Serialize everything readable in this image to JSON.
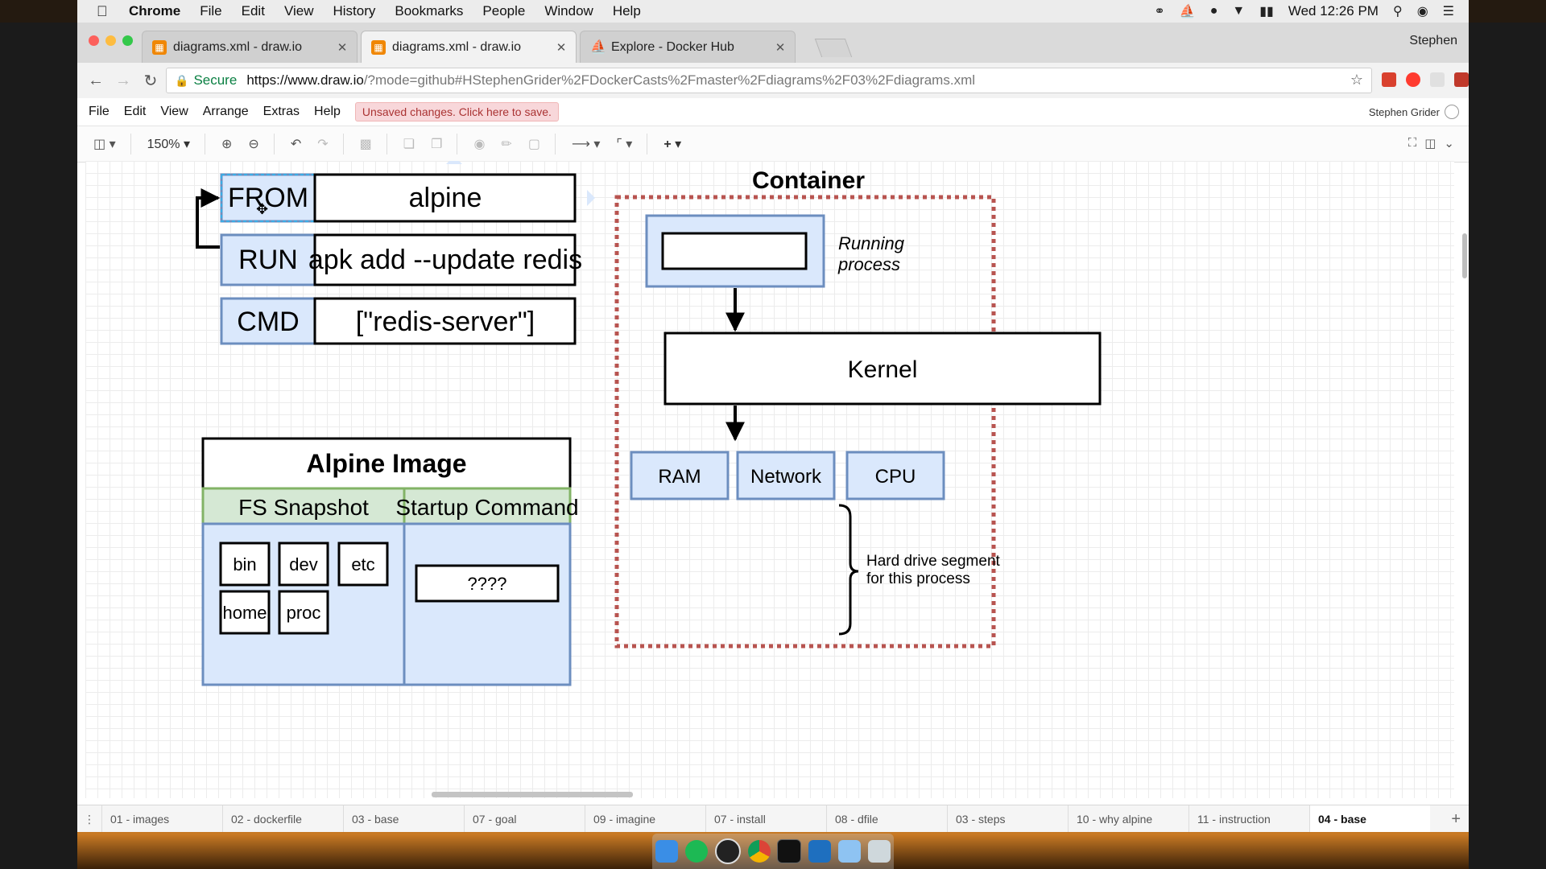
{
  "menubar": {
    "app": "Chrome",
    "items": [
      "File",
      "Edit",
      "View",
      "History",
      "Bookmarks",
      "People",
      "Window",
      "Help"
    ],
    "clock": "Wed 12:26 PM"
  },
  "browser": {
    "tabs": [
      {
        "label": "diagrams.xml - draw.io"
      },
      {
        "label": "diagrams.xml - draw.io"
      },
      {
        "label": "Explore - Docker Hub"
      }
    ],
    "profile": "Stephen",
    "secure_label": "Secure",
    "url_host": "https://www.draw.io",
    "url_path": "/?mode=github#HStephenGrider%2FDockerCasts%2Fmaster%2Fdiagrams%2F03%2Fdiagrams.xml"
  },
  "drawio": {
    "menus": [
      "File",
      "Edit",
      "View",
      "Arrange",
      "Extras",
      "Help"
    ],
    "unsaved": "Unsaved changes. Click here to save.",
    "user": "Stephen Grider",
    "zoom": "150%"
  },
  "diagram": {
    "dockerfile": [
      {
        "instruction": "FROM",
        "arg": "alpine"
      },
      {
        "instruction": "RUN",
        "arg": "apk add --update redis"
      },
      {
        "instruction": "CMD",
        "arg": "[\"redis-server\"]"
      }
    ],
    "image": {
      "title": "Alpine Image",
      "fs_header": "FS Snapshot",
      "cmd_header": "Startup Command",
      "folders": [
        "bin",
        "dev",
        "etc",
        "home",
        "proc"
      ],
      "command": "????"
    },
    "container": {
      "title": "Container",
      "process_label_1": "Running",
      "process_label_2": "process",
      "kernel": "Kernel",
      "resources": [
        "RAM",
        "Network",
        "CPU"
      ],
      "hd_label_1": "Hard drive segment",
      "hd_label_2": "for this process"
    }
  },
  "pages": [
    {
      "label": "01 - images"
    },
    {
      "label": "02 - dockerfile"
    },
    {
      "label": "03 - base"
    },
    {
      "label": "07 - goal"
    },
    {
      "label": "09 - imagine"
    },
    {
      "label": "07 - install"
    },
    {
      "label": "08 - dfile"
    },
    {
      "label": "03 - steps"
    },
    {
      "label": "10 - why alpine"
    },
    {
      "label": "11 - instruction"
    },
    {
      "label": "04 - base",
      "active": true
    }
  ],
  "colors": {
    "blue_fill": "#dae8fc",
    "blue_stroke": "#6c8ebf",
    "green_fill": "#d5e8d4",
    "green_stroke": "#82b366",
    "container_dash": "#b85450"
  }
}
